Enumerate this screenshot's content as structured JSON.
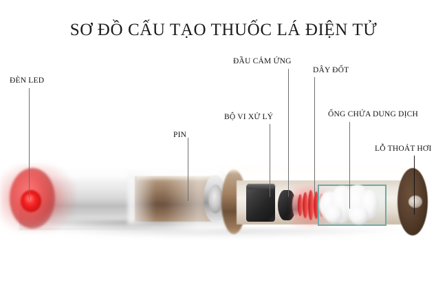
{
  "title": "SƠ ĐỒ CẤU TẠO THUỐC LÁ ĐIỆN TỬ",
  "labels": {
    "led": "ĐÈN LED",
    "battery": "PIN",
    "mcu": "BỘ VI XỬ LÝ",
    "sensor": "ĐẦU CẢM ỨNG",
    "coil": "DÂY ĐỐT",
    "tank": "ỐNG CHỨA DUNG DỊCH",
    "vapor_hole": "LỖ THOÁT HƠI"
  },
  "colors": {
    "background": "#ffffff",
    "title_text": "#1b1b1b",
    "label_text": "#111111",
    "leader_line": "#6d6d6d",
    "leader_line_dark": "#131313",
    "led_red": "#f01d1d",
    "battery_brown": "#8d6f55",
    "housing_brown": "#7d5f46",
    "mcu_dark": "#262626",
    "sensor_dark": "#1b1b1b",
    "coil_red": "#be1414",
    "tank_teal": "#6fa9a4",
    "cotton_white": "#ffffff",
    "endcap_dark_brown": "#46311f",
    "terminal_silver": "#cbcbcb",
    "tube_silver": "#d8d8d8"
  }
}
